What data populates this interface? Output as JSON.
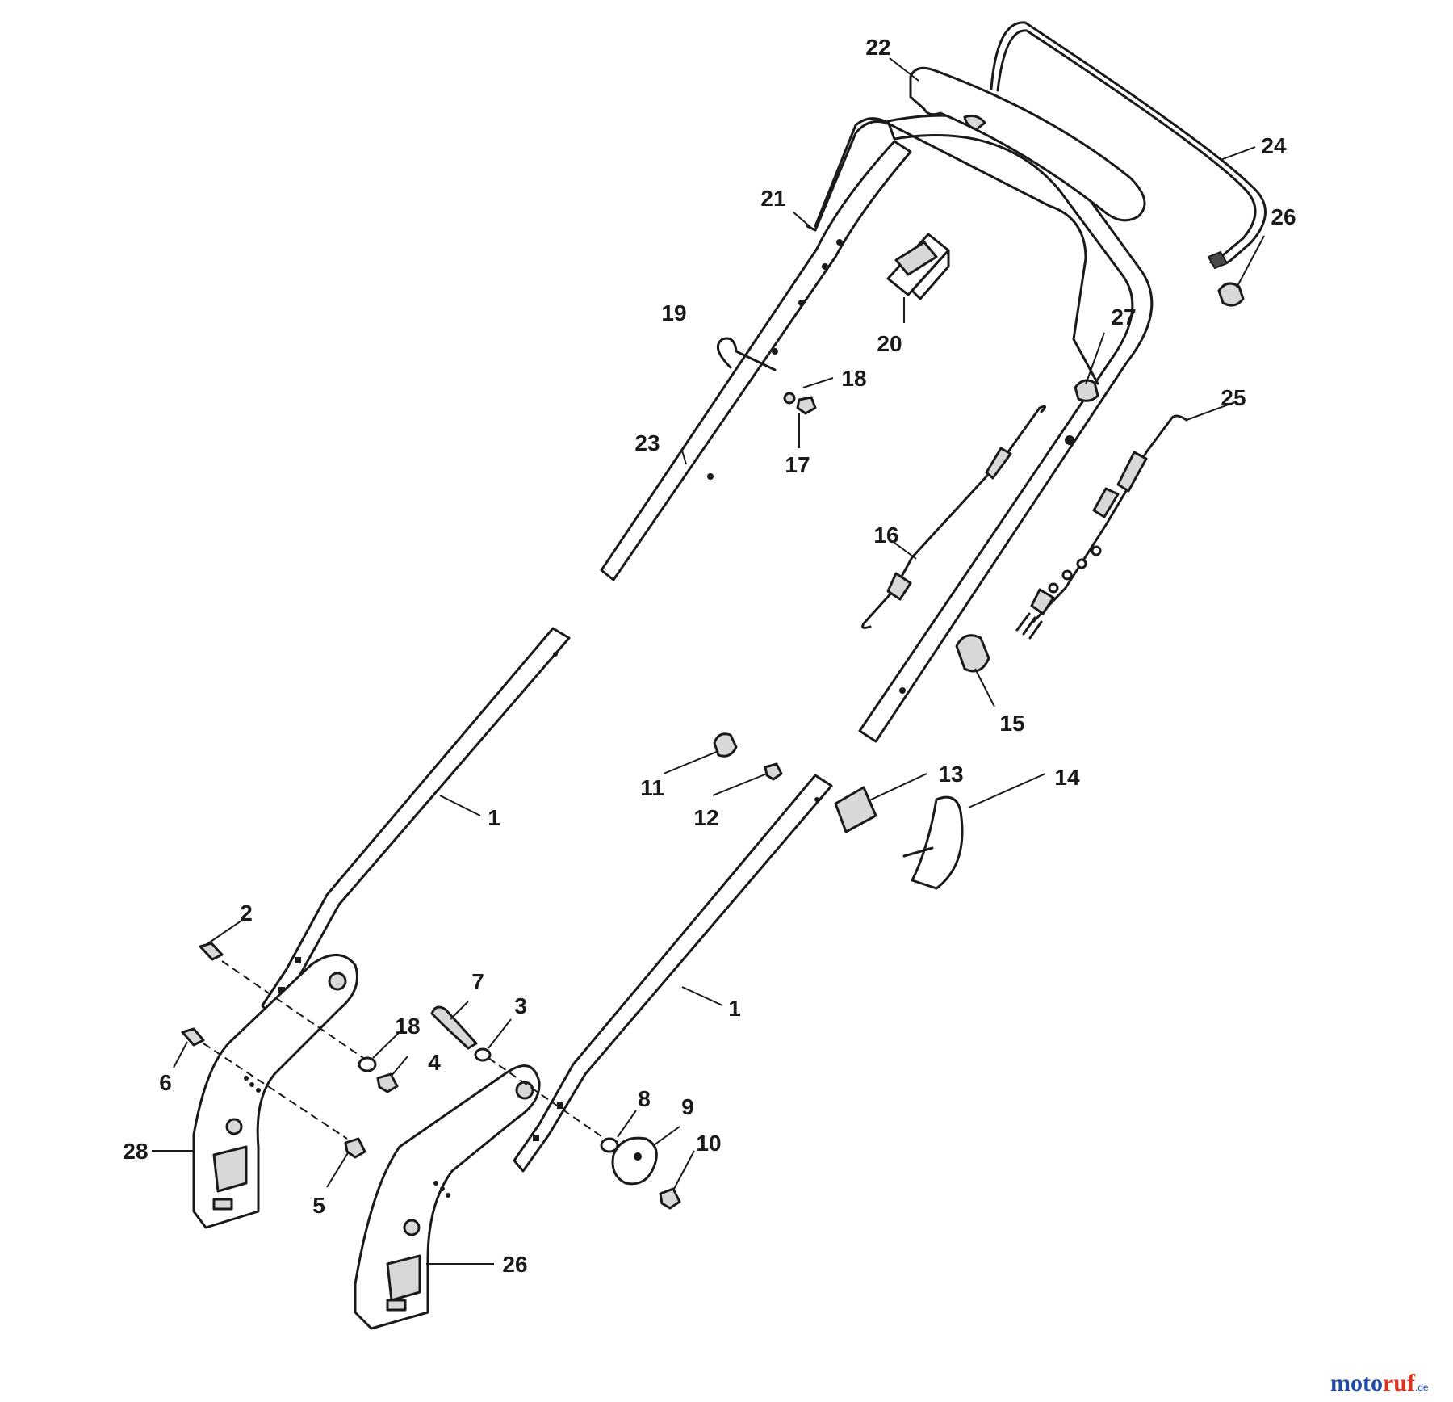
{
  "callouts": [
    {
      "id": "c1a",
      "label": "1"
    },
    {
      "id": "c1b",
      "label": "1"
    },
    {
      "id": "c2",
      "label": "2"
    },
    {
      "id": "c3",
      "label": "3"
    },
    {
      "id": "c4",
      "label": "4"
    },
    {
      "id": "c5",
      "label": "5"
    },
    {
      "id": "c6",
      "label": "6"
    },
    {
      "id": "c7",
      "label": "7"
    },
    {
      "id": "c8",
      "label": "8"
    },
    {
      "id": "c9",
      "label": "9"
    },
    {
      "id": "c10",
      "label": "10"
    },
    {
      "id": "c11",
      "label": "11"
    },
    {
      "id": "c12",
      "label": "12"
    },
    {
      "id": "c13",
      "label": "13"
    },
    {
      "id": "c14",
      "label": "14"
    },
    {
      "id": "c15",
      "label": "15"
    },
    {
      "id": "c16",
      "label": "16"
    },
    {
      "id": "c17",
      "label": "17"
    },
    {
      "id": "c18a",
      "label": "18"
    },
    {
      "id": "c18b",
      "label": "18"
    },
    {
      "id": "c19",
      "label": "19"
    },
    {
      "id": "c20",
      "label": "20"
    },
    {
      "id": "c21",
      "label": "21"
    },
    {
      "id": "c22",
      "label": "22"
    },
    {
      "id": "c23",
      "label": "23"
    },
    {
      "id": "c24",
      "label": "24"
    },
    {
      "id": "c25",
      "label": "25"
    },
    {
      "id": "c26a",
      "label": "26"
    },
    {
      "id": "c26b",
      "label": "26"
    },
    {
      "id": "c27",
      "label": "27"
    },
    {
      "id": "c28",
      "label": "28"
    }
  ],
  "watermark": {
    "part1": "moto",
    "part2": "ruf",
    "suffix": ".de"
  },
  "colors": {
    "line": "#1a1a1a",
    "watermark_blue": "#1f4aa8",
    "watermark_red": "#e0321c"
  }
}
